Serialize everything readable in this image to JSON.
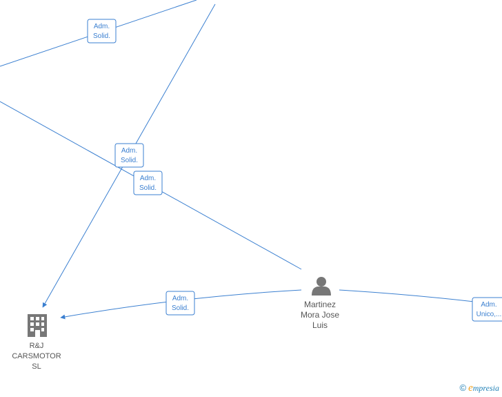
{
  "nodes": {
    "company": {
      "label_lines": [
        "R&J",
        "CARSMOTOR",
        "SL"
      ],
      "icon": "building-icon"
    },
    "person": {
      "label_lines": [
        "Martinez",
        "Mora Jose",
        "Luis"
      ],
      "icon": "person-icon"
    }
  },
  "edge_labels": {
    "top_left": [
      "Adm.",
      "Solid."
    ],
    "middle_upper": [
      "Adm.",
      "Solid."
    ],
    "middle_lower": [
      "Adm.",
      "Solid."
    ],
    "bottom": [
      "Adm.",
      "Solid."
    ],
    "right": [
      "Adm.",
      "Unico,..."
    ]
  },
  "watermark": {
    "copyright_symbol": "©",
    "brand_initial": "e",
    "brand_rest": "mpresia"
  },
  "colors": {
    "edge": "#3a7fd0",
    "node_icon": "#777777",
    "label_text": "#555555"
  }
}
